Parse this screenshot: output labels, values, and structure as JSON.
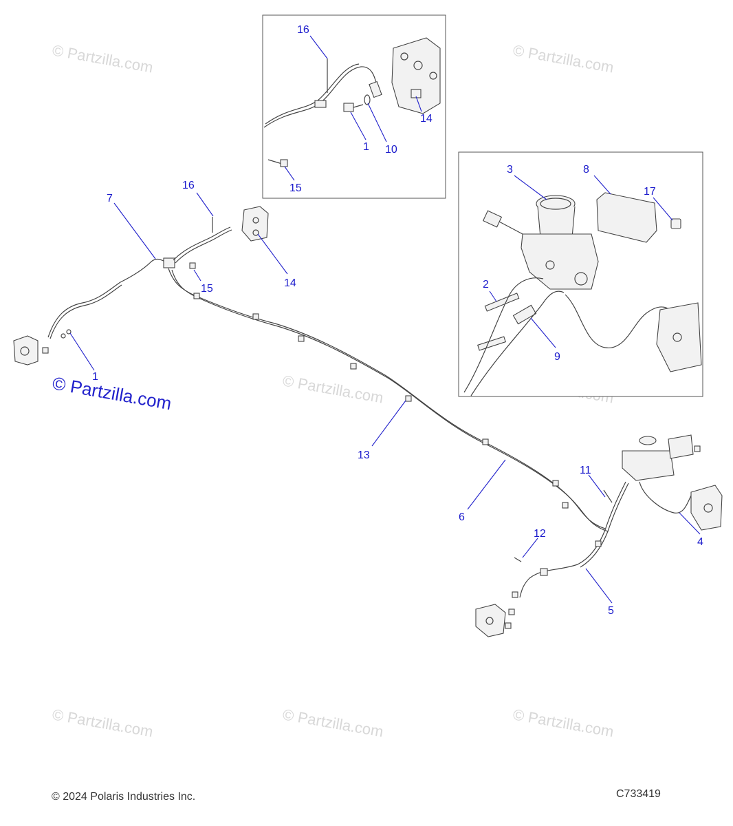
{
  "watermarks": {
    "faint": "© Partzilla.com",
    "main": "© Partzilla.com"
  },
  "callouts": {
    "inset_top": [
      "16",
      "14",
      "1",
      "10",
      "15"
    ],
    "inset_right": [
      "3",
      "8",
      "17",
      "2",
      "9"
    ],
    "main": [
      "16",
      "7",
      "14",
      "15",
      "1",
      "13",
      "11",
      "6",
      "12",
      "4",
      "5"
    ]
  },
  "footer": {
    "copyright": "© 2024 Polaris Industries Inc.",
    "diagram_code": "C733419"
  }
}
